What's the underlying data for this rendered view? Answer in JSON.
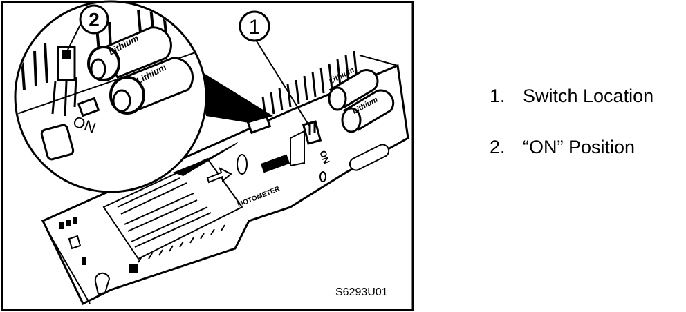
{
  "figure": {
    "figure_code": "S6293U01",
    "callouts": [
      {
        "number": "1"
      },
      {
        "number": "2"
      }
    ],
    "battery_label": "Lithium",
    "switch_label": "ON",
    "board_label": "MOTOMETER"
  },
  "legend": {
    "items": [
      {
        "number": "1.",
        "text": "Switch Location"
      },
      {
        "number": "2.",
        "text": "“ON” Position"
      }
    ]
  }
}
